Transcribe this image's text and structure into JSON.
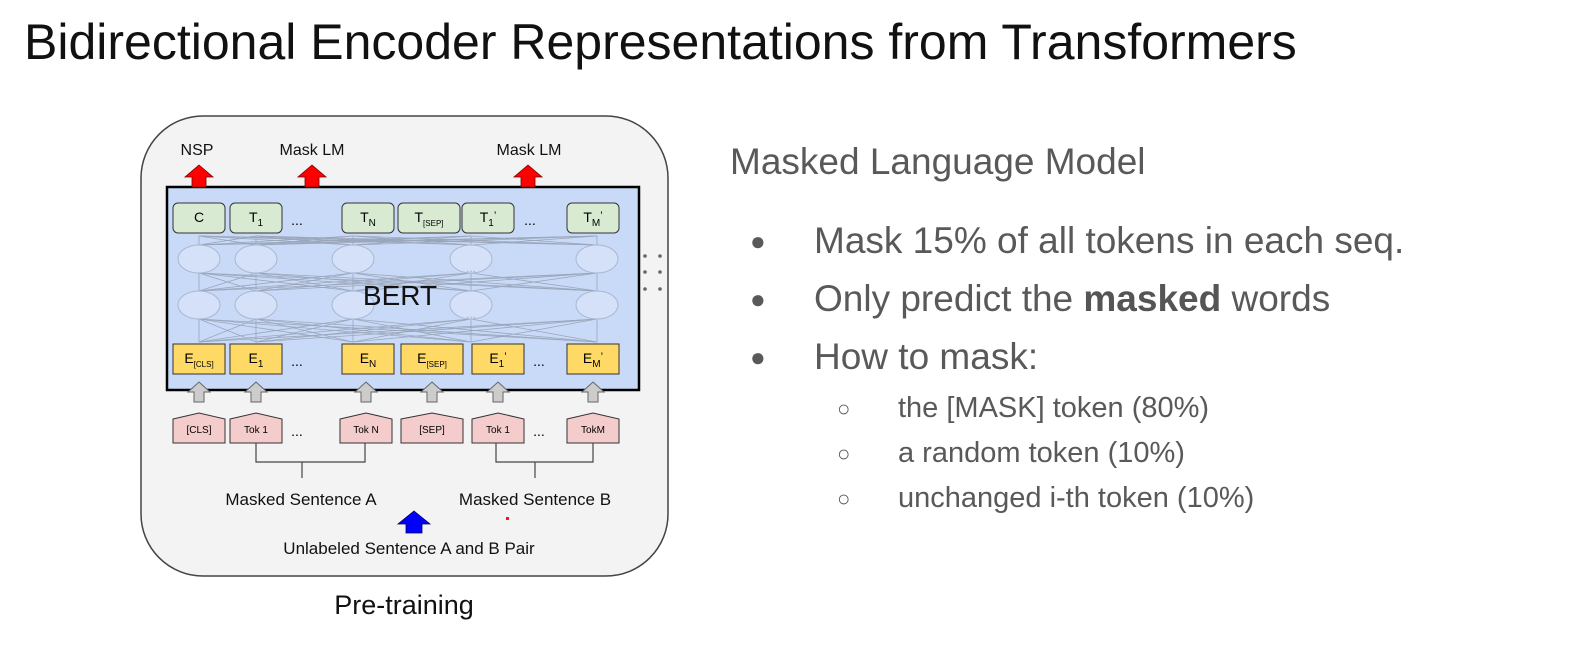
{
  "slide": {
    "title": "Bidirectional Encoder Representations from Transformers"
  },
  "diagram": {
    "head_labels": [
      "NSP",
      "Mask LM",
      "Mask LM"
    ],
    "model_label": "BERT",
    "output_tokens": [
      {
        "main": "C",
        "sub": ""
      },
      {
        "main": "T",
        "sub": "1"
      },
      {
        "main": "T",
        "sub": "N"
      },
      {
        "main": "T",
        "sub": "[SEP]"
      },
      {
        "main": "T",
        "sub": "1",
        "prime": "’"
      },
      {
        "main": "T",
        "sub": "M",
        "prime": "’"
      }
    ],
    "embeddings": [
      {
        "main": "E",
        "sub": "[CLS]"
      },
      {
        "main": "E",
        "sub": "1"
      },
      {
        "main": "E",
        "sub": "N"
      },
      {
        "main": "E",
        "sub": "[SEP]"
      },
      {
        "main": "E",
        "sub": "1",
        "prime": "’"
      },
      {
        "main": "E",
        "sub": "M",
        "prime": "’"
      }
    ],
    "input_tokens": [
      "[CLS]",
      "Tok 1",
      "Tok N",
      "[SEP]",
      "Tok 1",
      "TokM"
    ],
    "ellipsis": "...",
    "sentence_a_label": "Masked Sentence A",
    "sentence_b_label": "Masked Sentence B",
    "input_label": "Unlabeled Sentence A and B Pair",
    "caption": "Pre-training",
    "colors": {
      "model_fill": "#c9daf8",
      "output_fill": "#d9ead3",
      "embedding_fill": "#ffd966",
      "input_fill": "#f4cccc",
      "head_arrow": "#ff0000",
      "input_arrow": "#0000ff"
    }
  },
  "panel": {
    "subtitle": "Masked Language Model",
    "bullet_dot": "●",
    "sub_bullet_dot": "○",
    "bullets": [
      {
        "text": "Mask 15% of all tokens in each seq."
      },
      {
        "pre": "Only predict the ",
        "bold": "masked",
        "post": " words"
      },
      {
        "text": "How to mask:"
      }
    ],
    "sub_bullets": [
      "the [MASK] token (80%)",
      "a random token (10%)",
      "unchanged i-th token (10%)"
    ]
  }
}
